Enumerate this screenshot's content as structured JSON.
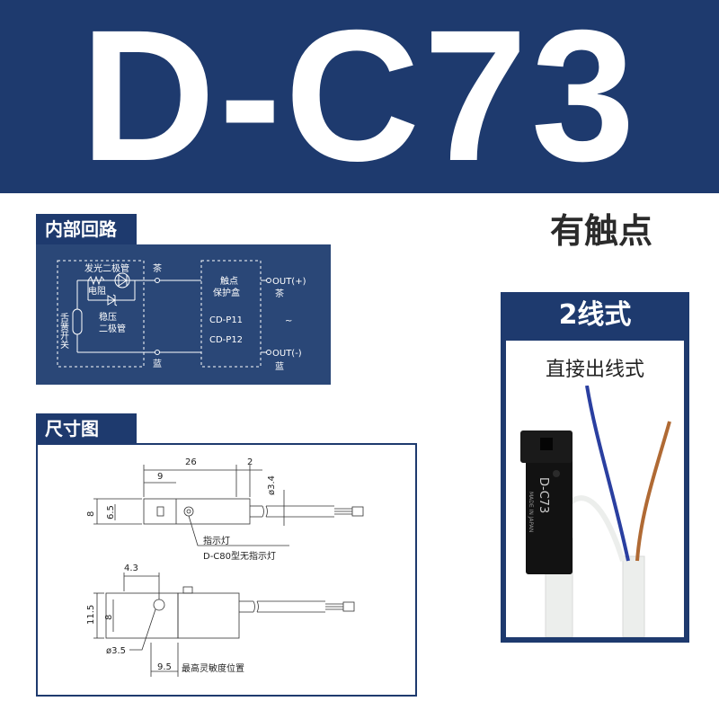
{
  "banner": {
    "title": "D-C73"
  },
  "contact_type": "有触点",
  "circuit": {
    "section_label": "内部回路",
    "led_label": "发光二极管",
    "resistor_label": "电阻",
    "zener_label_1": "稳压",
    "zener_label_2": "二极管",
    "reed_label": "舌簧开关",
    "wire_brown": "茶",
    "wire_blue": "蓝",
    "box_label_1": "触点",
    "box_label_2": "保护盒",
    "box_model_1": "CD-P11",
    "box_model_2": "CD-P12",
    "out_plus": "OUT(+)",
    "out_plus_color": "茶",
    "tilde": "~",
    "out_minus": "OUT(-)",
    "out_minus_color": "蓝"
  },
  "dimensions": {
    "section_label": "尺寸图",
    "d26": "26",
    "d2": "2",
    "d9": "9",
    "d3_4": "ø3.4",
    "d8": "8",
    "d6_5": "6.5",
    "indicator": "指示灯",
    "no_indicator": "D-C80型无指示灯",
    "d4_3": "4.3",
    "d11_5": "11.5",
    "d8b": "8",
    "d3_5": "ø3.5",
    "d9_5": "9.5",
    "sensitivity": "最高灵敏度位置"
  },
  "wire_card": {
    "header": "2线式",
    "subtitle": "直接出线式",
    "product_label": "D-C73",
    "product_small": "MADE IN JAPAN"
  },
  "colors": {
    "brand_blue": "#1e3a6e",
    "circuit_bg": "#2a4777"
  }
}
